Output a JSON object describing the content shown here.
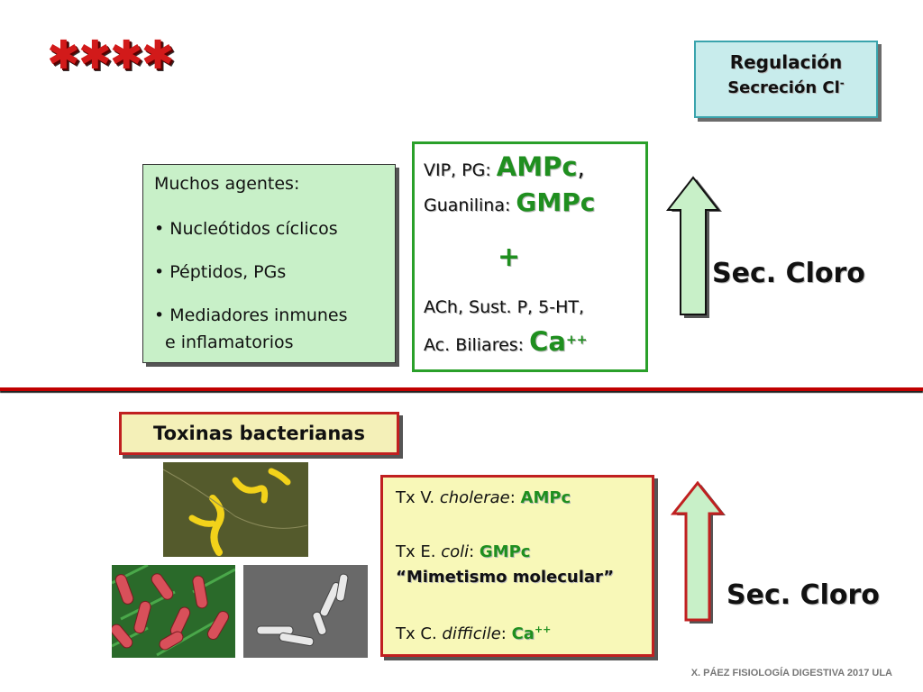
{
  "header": {
    "stars": "✱✱✱✱"
  },
  "regulation": {
    "title": "Regulación",
    "subtitle": "Secreción Cl",
    "subtitle_sup": "-"
  },
  "agents": {
    "heading": "Muchos agentes:",
    "items": [
      "• Nucleótidos cíclicos",
      "• Péptidos, PGs",
      "• Mediadores inmunes",
      "e inflamatorios"
    ]
  },
  "messengers": {
    "line1_prefix": "VIP, PG: ",
    "line1_value": "AMPc",
    "line1_suffix": ",",
    "line2_prefix": "Guanilina: ",
    "line2_value": "GMPc",
    "plus": "+",
    "line3": "ACh, Sust. P, 5-HT,",
    "line4_prefix": "Ac. Biliares: ",
    "line4_value": "Ca",
    "line4_sup": "++"
  },
  "top_result": {
    "label": "Sec. Cloro"
  },
  "toxins": {
    "label": "Toxinas bacterianas",
    "rows": [
      {
        "prefix": "Tx V. ",
        "species": "cholerae",
        "sep": ": ",
        "value": "AMPc"
      },
      {
        "prefix": "Tx E. ",
        "species": "coli",
        "sep": ":  ",
        "value": "GMPc"
      },
      {
        "prefix": "Tx C. ",
        "species": "difficile",
        "sep": ": ",
        "value": "Ca",
        "sup": "++"
      }
    ],
    "mimic": "“Mimetismo molecular”"
  },
  "bottom_result": {
    "label": "Sec. Cloro"
  },
  "footer": "X. PÁEZ   FISIOLOGÍA DIGESTIVA 2017 ULA",
  "colors": {
    "red": "#c02020",
    "green": "#1f8f1f",
    "arrow_fill": "#c8f0c8"
  },
  "icons": [
    "up-arrow-icon"
  ]
}
